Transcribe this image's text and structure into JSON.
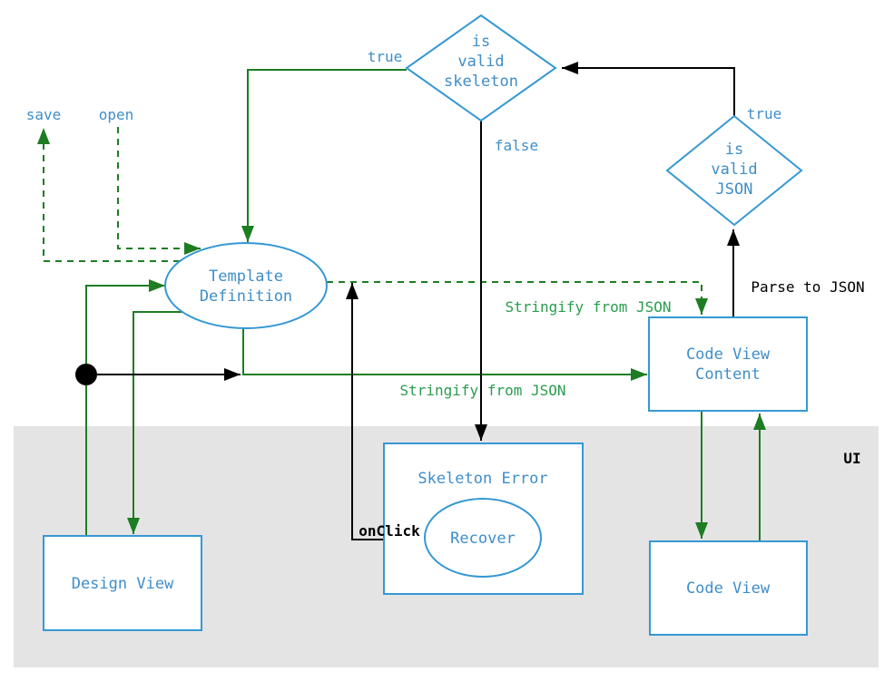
{
  "colors": {
    "node_border_blue": "#3598d4",
    "node_text_blue": "#3f8ec9",
    "flow_green": "#1e7d22",
    "label_green": "#2a9d4e",
    "flow_black": "#000000",
    "ui_region_gray": "#e4e4e4"
  },
  "nodes": {
    "is_valid_skeleton": {
      "lines": [
        "is",
        "valid",
        "skeleton"
      ]
    },
    "is_valid_json": {
      "lines": [
        "is",
        "valid",
        "JSON"
      ]
    },
    "template_definition": {
      "lines": [
        "Template",
        "Definition"
      ]
    },
    "code_view_content": {
      "lines": [
        "Code View",
        "Content"
      ]
    },
    "skeleton_error": {
      "label": "Skeleton Error"
    },
    "recover": {
      "label": "Recover"
    },
    "design_view": {
      "label": "Design View"
    },
    "code_view": {
      "label": "Code View"
    }
  },
  "edge_labels": {
    "save": "save",
    "open": "open",
    "skeleton_true": "true",
    "skeleton_false": "false",
    "json_true": "true",
    "stringify_dashed": "Stringify from JSON",
    "stringify_solid": "Stringify from JSON",
    "parse_to_json": "Parse to JSON",
    "onclick": "onClick"
  },
  "regions": {
    "ui": "UI"
  }
}
